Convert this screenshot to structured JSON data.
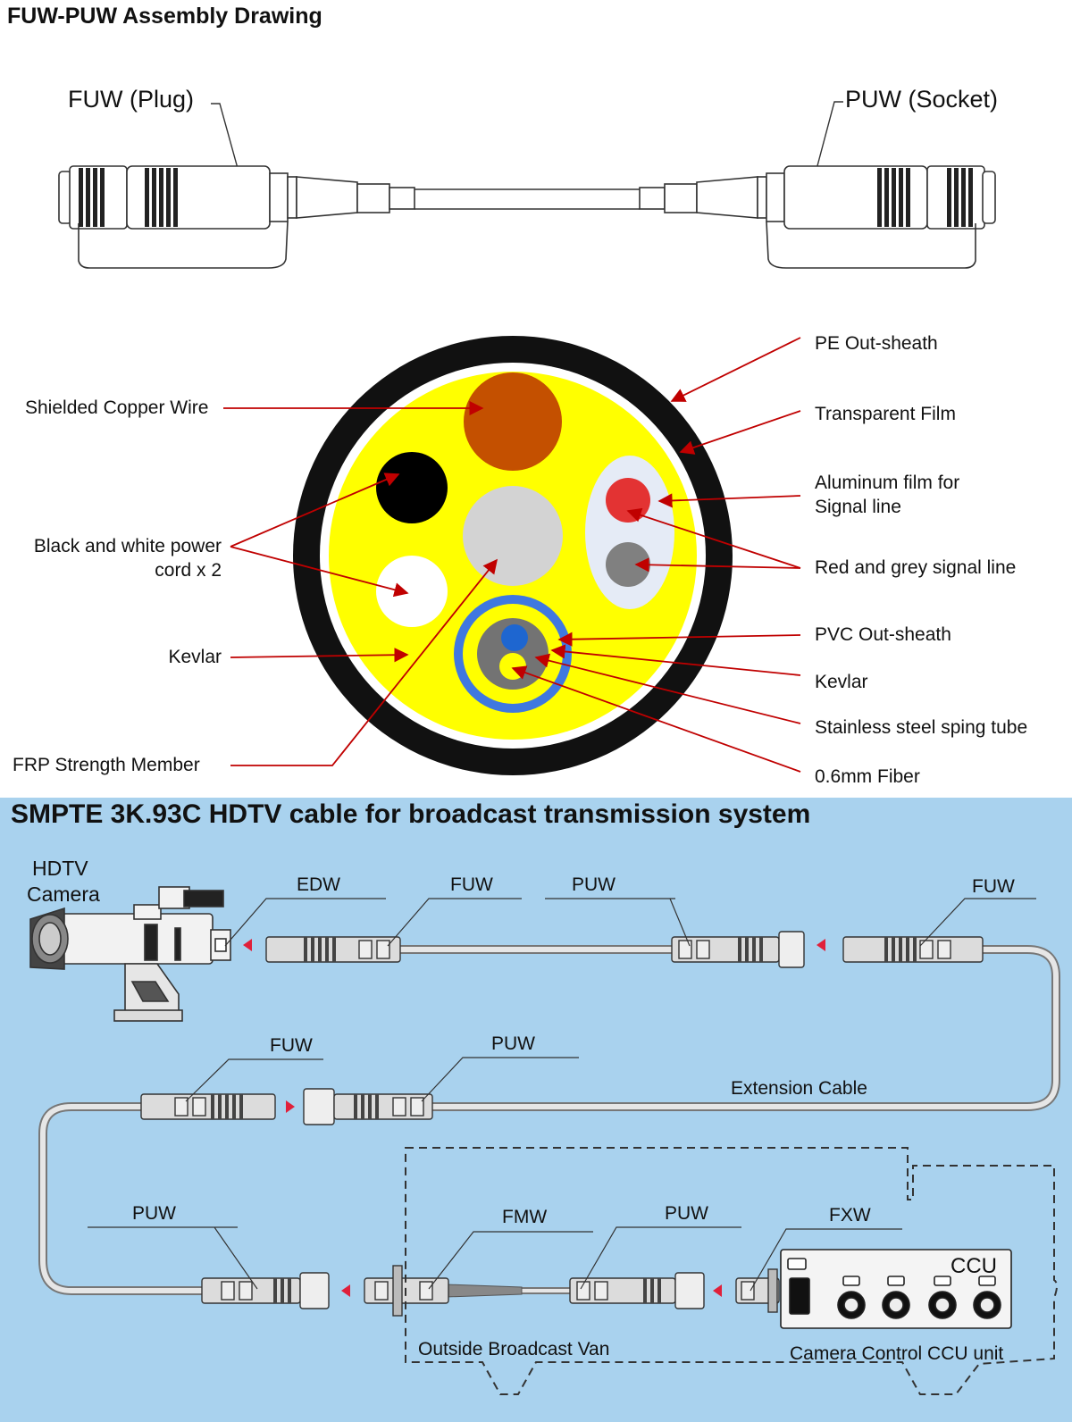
{
  "title": "FUW-PUW Assembly Drawing",
  "assembly": {
    "plug_label": "FUW (Plug)",
    "socket_label": "PUW (Socket)"
  },
  "cross_section": {
    "left_labels": {
      "shielded_copper": "Shielded Copper Wire",
      "power_cord_1": "Black and white power",
      "power_cord_2": "cord x 2",
      "kevlar": "Kevlar",
      "frp": "FRP Strength Member"
    },
    "right_labels": {
      "pe_sheath": "PE Out-sheath",
      "transparent_film": "Transparent Film",
      "aluminum_1": "Aluminum film for",
      "aluminum_2": "Signal line",
      "signal_line": "Red and grey signal line",
      "pvc_sheath": "PVC Out-sheath",
      "kevlar": "Kevlar",
      "steel_tube": "Stainless steel sping tube",
      "fiber": "0.6mm Fiber"
    }
  },
  "system": {
    "title": "SMPTE 3K.93C HDTV cable for broadcast transmission system",
    "camera_1": "HDTV",
    "camera_2": "Camera",
    "row1": [
      "EDW",
      "FUW",
      "PUW",
      "FUW"
    ],
    "row2": [
      "FUW",
      "PUW"
    ],
    "extension_cable": "Extension Cable",
    "row3": [
      "PUW",
      "FMW",
      "PUW",
      "FXW"
    ],
    "ccu": "CCU",
    "van_label": "Outside  Broadcast Van",
    "ccu_unit_label": "Camera Control CCU unit"
  },
  "colors": {
    "bottom_bg": "#a9d2ee",
    "leader_red": "#c00000",
    "cable_yellow": "#ffff00",
    "copper": "#c45000",
    "signal_red": "#e33333",
    "tube_blue": "#3f78e0"
  }
}
